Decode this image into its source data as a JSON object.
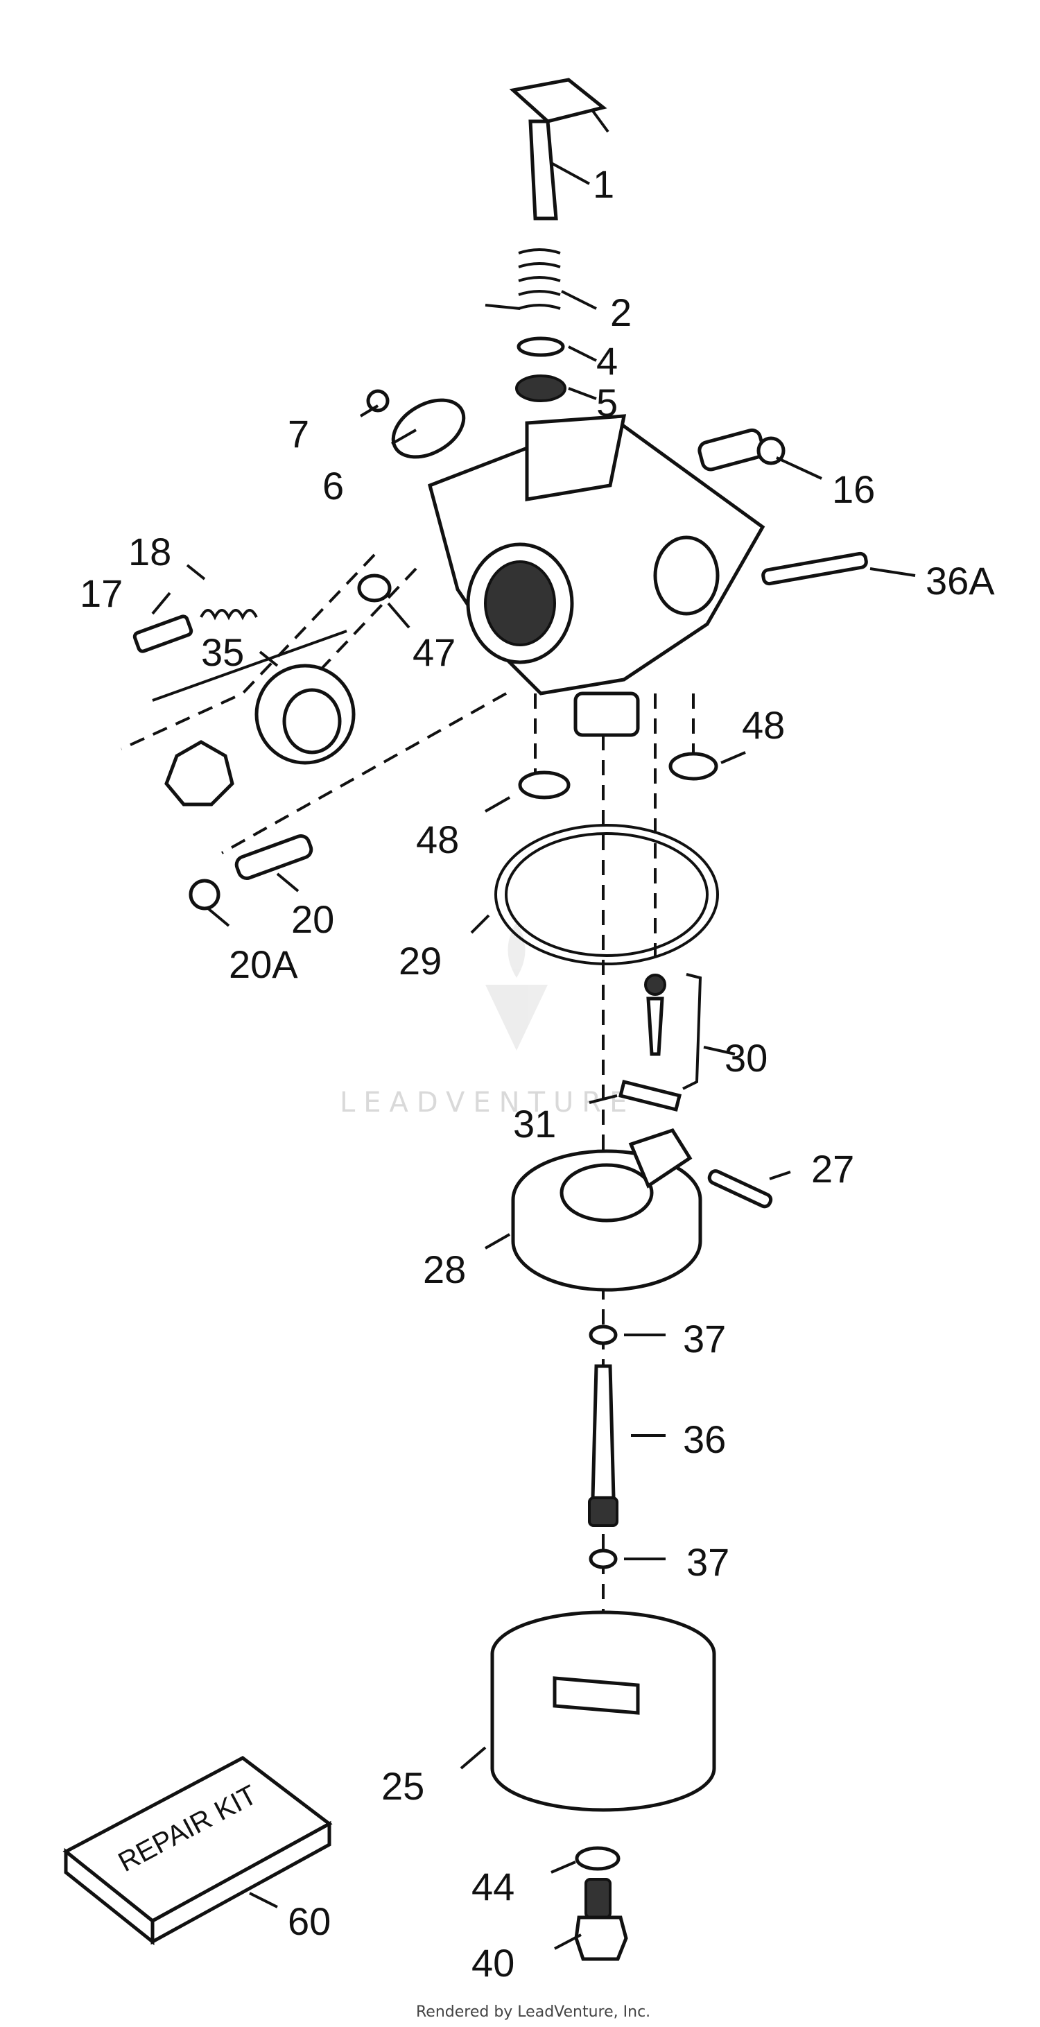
{
  "diagram": {
    "labels": {
      "p1": "1",
      "p2": "2",
      "p4": "4",
      "p5": "5",
      "p6": "6",
      "p7": "7",
      "p16": "16",
      "p17": "17",
      "p18": "18",
      "p20": "20",
      "p20a": "20A",
      "p25": "25",
      "p27": "27",
      "p28": "28",
      "p29": "29",
      "p30": "30",
      "p31": "31",
      "p35": "35",
      "p36": "36",
      "p36a": "36A",
      "p37a": "37",
      "p37b": "37",
      "p40": "40",
      "p44": "44",
      "p47": "47",
      "p48a": "48",
      "p48b": "48",
      "p60": "60"
    },
    "repair_kit_text": "REPAIR  KIT",
    "watermark": "LEADVENTURE",
    "credit": "Rendered by LeadVenture, Inc."
  }
}
